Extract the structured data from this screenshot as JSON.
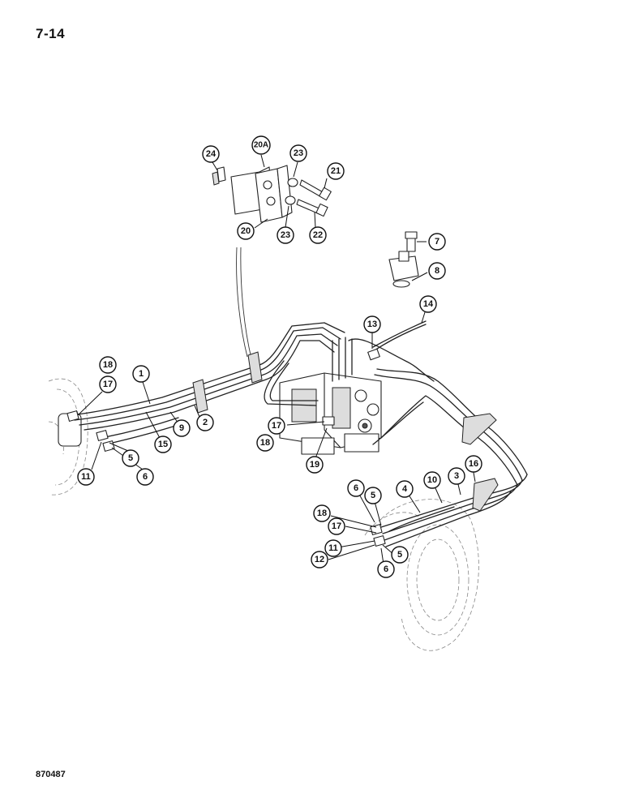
{
  "page": {
    "page_number": "7-14",
    "figure_code": "870487"
  },
  "callouts": {
    "c1": "1",
    "c2": "2",
    "c3": "3",
    "c4": "4",
    "c5a": "5",
    "c5b": "5",
    "c5c": "5",
    "c6a": "6",
    "c6b": "6",
    "c6c": "6",
    "c7": "7",
    "c8": "8",
    "c9": "9",
    "c10": "10",
    "c11a": "11",
    "c11b": "11",
    "c12": "12",
    "c13": "13",
    "c14": "14",
    "c15": "15",
    "c16": "16",
    "c17a": "17",
    "c17b": "17",
    "c17c": "17",
    "c18a": "18",
    "c18b": "18",
    "c18c": "18",
    "c19": "19",
    "c20": "20",
    "c20a": "20A",
    "c21": "21",
    "c22": "22",
    "c23a": "23",
    "c23b": "23",
    "c24": "24"
  }
}
